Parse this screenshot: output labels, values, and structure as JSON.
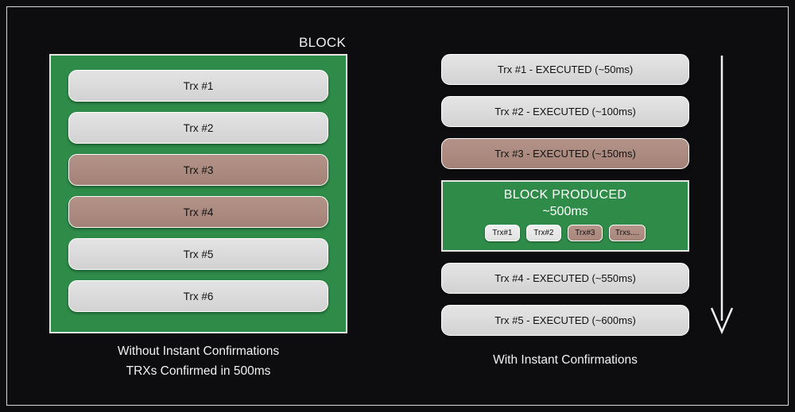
{
  "diagram": {
    "title_left": "BLOCK",
    "colors": {
      "background": "#0d0d0f",
      "green": "#2e8b48",
      "brown": "#ab8a7f",
      "grey": "#dadada",
      "frame": "#d8d8d8",
      "text_light": "#f2f2f2"
    },
    "left_panel": {
      "block_label": "BLOCK",
      "transactions": [
        {
          "label": "Trx #1",
          "color": "grey"
        },
        {
          "label": "Trx #2",
          "color": "grey"
        },
        {
          "label": "Trx #3",
          "color": "brown"
        },
        {
          "label": "Trx #4",
          "color": "brown"
        },
        {
          "label": "Trx #5",
          "color": "grey"
        },
        {
          "label": "Trx #6",
          "color": "grey"
        }
      ],
      "caption_line1": "Without Instant Confirmations",
      "caption_line2": "TRXs Confirmed in 500ms"
    },
    "right_panel": {
      "rows_top": [
        {
          "label": "Trx #1 - EXECUTED (~50ms)",
          "color": "grey"
        },
        {
          "label": "Trx #2 - EXECUTED (~100ms)",
          "color": "grey"
        },
        {
          "label": "Trx #3 - EXECUTED (~150ms)",
          "color": "brown"
        }
      ],
      "block_produced": {
        "title": "BLOCK PRODUCED",
        "time": "~500ms",
        "mini_pills": [
          {
            "label": "Trx#1",
            "color": "grey"
          },
          {
            "label": "Trx#2",
            "color": "grey"
          },
          {
            "label": "Trx#3",
            "color": "brown"
          },
          {
            "label": "Trxs....",
            "color": "brown"
          }
        ]
      },
      "rows_bottom": [
        {
          "label": "Trx #4 - EXECUTED (~550ms)",
          "color": "grey"
        },
        {
          "label": "Trx #5 - EXECUTED (~600ms)",
          "color": "grey"
        }
      ],
      "caption": "With Instant Confirmations",
      "timeline_arrow": "down-arrow"
    }
  }
}
